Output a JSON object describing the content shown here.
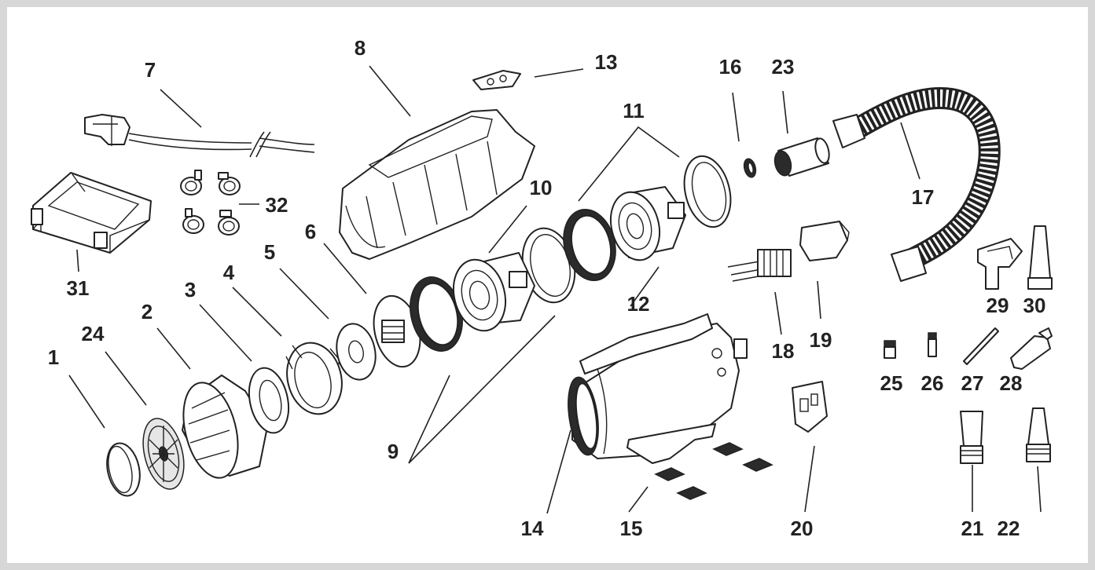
{
  "diagram": {
    "part_numbers": [
      "1",
      "2",
      "3",
      "4",
      "5",
      "6",
      "7",
      "8",
      "9",
      "10",
      "11",
      "12",
      "13",
      "14",
      "15",
      "16",
      "17",
      "18",
      "19",
      "20",
      "21",
      "22",
      "23",
      "24",
      "25",
      "26",
      "27",
      "28",
      "29",
      "30",
      "31",
      "32"
    ]
  },
  "colors": {
    "frame": "#d7d7d7",
    "ink": "#222222",
    "background": "#ffffff"
  }
}
